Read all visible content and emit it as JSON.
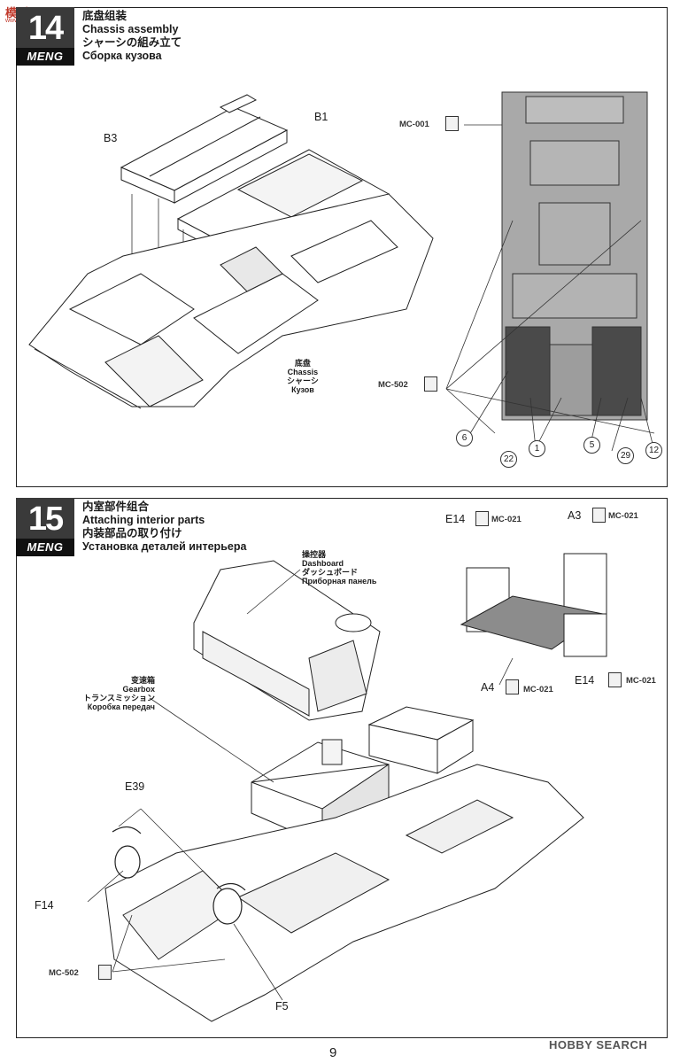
{
  "watermark": {
    "logo": "模型网",
    "sub": "www.hasuer.com"
  },
  "step14": {
    "number": "14",
    "brand": "MENG",
    "title_zh": "底盘组装",
    "title_en": "Chassis assembly",
    "title_ja": "シャーシの組み立て",
    "title_ru": "Сборка кузова",
    "part_b3": "B3",
    "part_b1": "B1",
    "chassis_zh": "底盘",
    "chassis_en": "Chassis",
    "chassis_ja": "シャーシ",
    "chassis_ru": "Кузов",
    "paint_top": "MC-001",
    "paint_bottom": "MC-502",
    "callouts": [
      "6",
      "22",
      "1",
      "5",
      "29",
      "12"
    ]
  },
  "step15": {
    "number": "15",
    "brand": "MENG",
    "title_zh": "内室部件组合",
    "title_en": "Attaching interior parts",
    "title_ja": "内装部品の取り付け",
    "title_ru": "Установка деталей интерьера",
    "dashboard_zh": "操控器",
    "dashboard_en": "Dashboard",
    "dashboard_ja": "ダッシュボード",
    "dashboard_ru": "Приборная панель",
    "gearbox_zh": "变速箱",
    "gearbox_en": "Gearbox",
    "gearbox_ja": "トランスミッション",
    "gearbox_ru": "Коробка передач",
    "part_e14_a": "E14",
    "paint_e14_a": "MC-021",
    "part_a3": "A3",
    "paint_a3": "MC-021",
    "part_a4": "A4",
    "paint_a4": "MC-021",
    "part_e14_b": "E14",
    "paint_e14_b": "MC-021",
    "part_e39": "E39",
    "part_f14": "F14",
    "part_f5": "F5",
    "paint_bottom": "MC-502"
  },
  "footer": {
    "page_number": "9",
    "hobby_search": "HOBBY SEARCH"
  }
}
